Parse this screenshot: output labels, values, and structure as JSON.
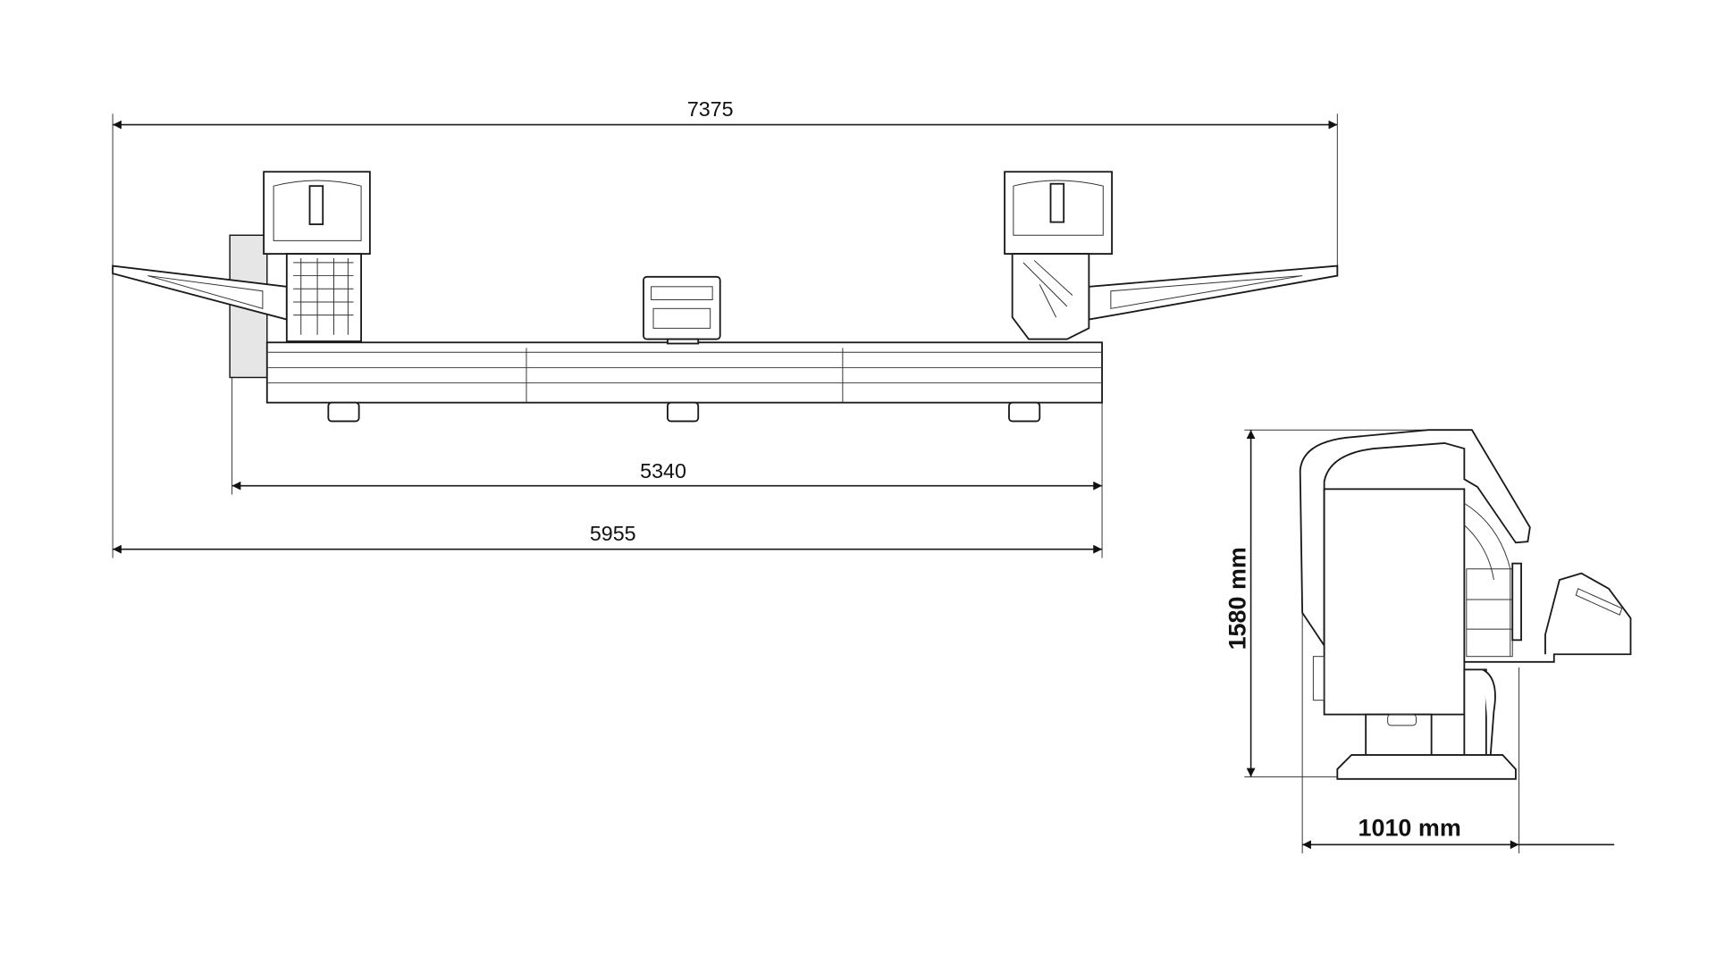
{
  "front_view": {
    "dimensions": {
      "overall_width": "7375",
      "beam_length": "5340",
      "base_width": "5955"
    }
  },
  "side_view": {
    "dimensions": {
      "height": "1580 mm",
      "depth": "1010 mm"
    }
  }
}
